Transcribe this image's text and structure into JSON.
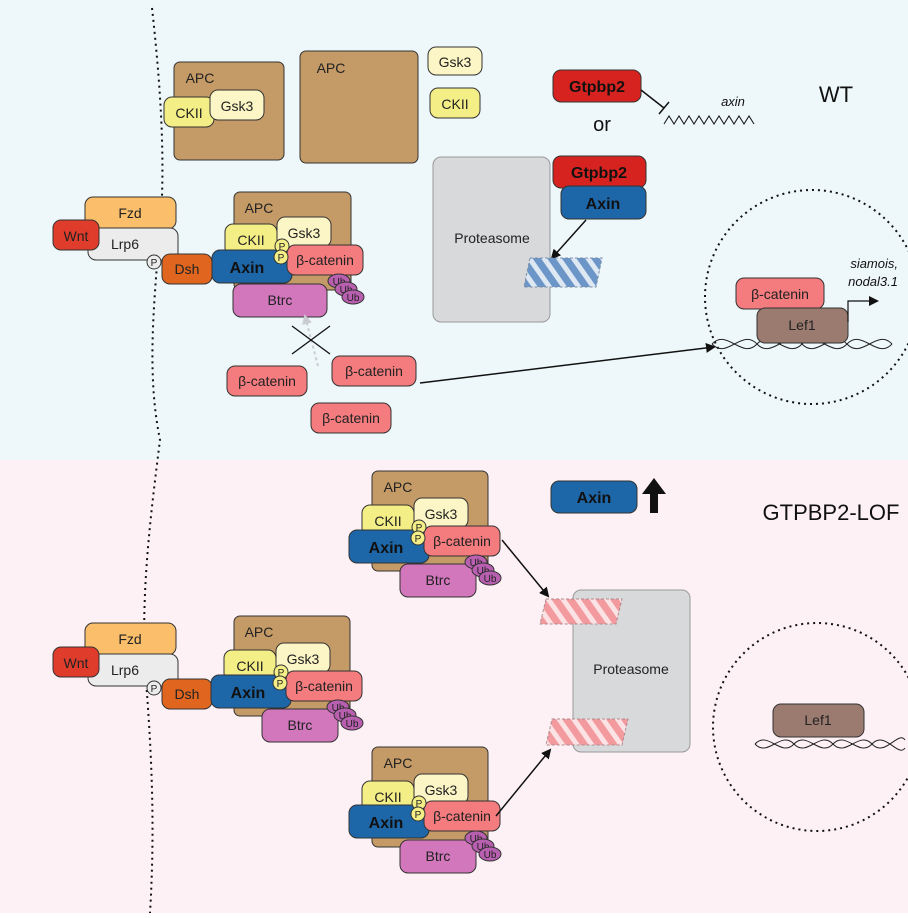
{
  "panels": {
    "top_label": "WT",
    "bottom_label": "GTPBP2-LOF"
  },
  "labels": {
    "apc": "APC",
    "gsk3": "Gsk3",
    "ckii": "CKII",
    "fzd": "Fzd",
    "wnt": "Wnt",
    "lrp6": "Lrp6",
    "dsh": "Dsh",
    "axin": "Axin",
    "beta_catenin": "β-catenin",
    "btrc": "Btrc",
    "ub": "Ub",
    "p": "P",
    "proteasome": "Proteasome",
    "lef1": "Lef1",
    "gtpbp2": "Gtpbp2",
    "or": "or",
    "axin_mrna": "axin",
    "target_line1": "siamois,",
    "target_line2": "nodal3.1"
  },
  "colors": {
    "top_bg": "#eef7fa",
    "bottom_bg": "#fdf1f6",
    "apc": "#c49a66",
    "ckii": "#f4ee86",
    "gsk3": "#fcf6c6",
    "fzd": "#fbbf6b",
    "wnt": "#e03c2b",
    "lrp6": "#ececec",
    "dsh": "#e0661f",
    "axin": "#1d67a8",
    "beta_catenin": "#f47b7e",
    "btrc": "#d377bd",
    "ub": "#b95fb0",
    "gtpbp2": "#d7231f",
    "proteasome": "#d8d9db",
    "lef1": "#9b7b6f",
    "degraded_blue": "#6c96c7",
    "degraded_pink": "#f29a9d"
  },
  "icons": [
    "inhibition-bar-icon",
    "arrow-up-icon",
    "transcription-start-arrow-icon",
    "dna-helix-icon",
    "mrna-wave-icon"
  ]
}
